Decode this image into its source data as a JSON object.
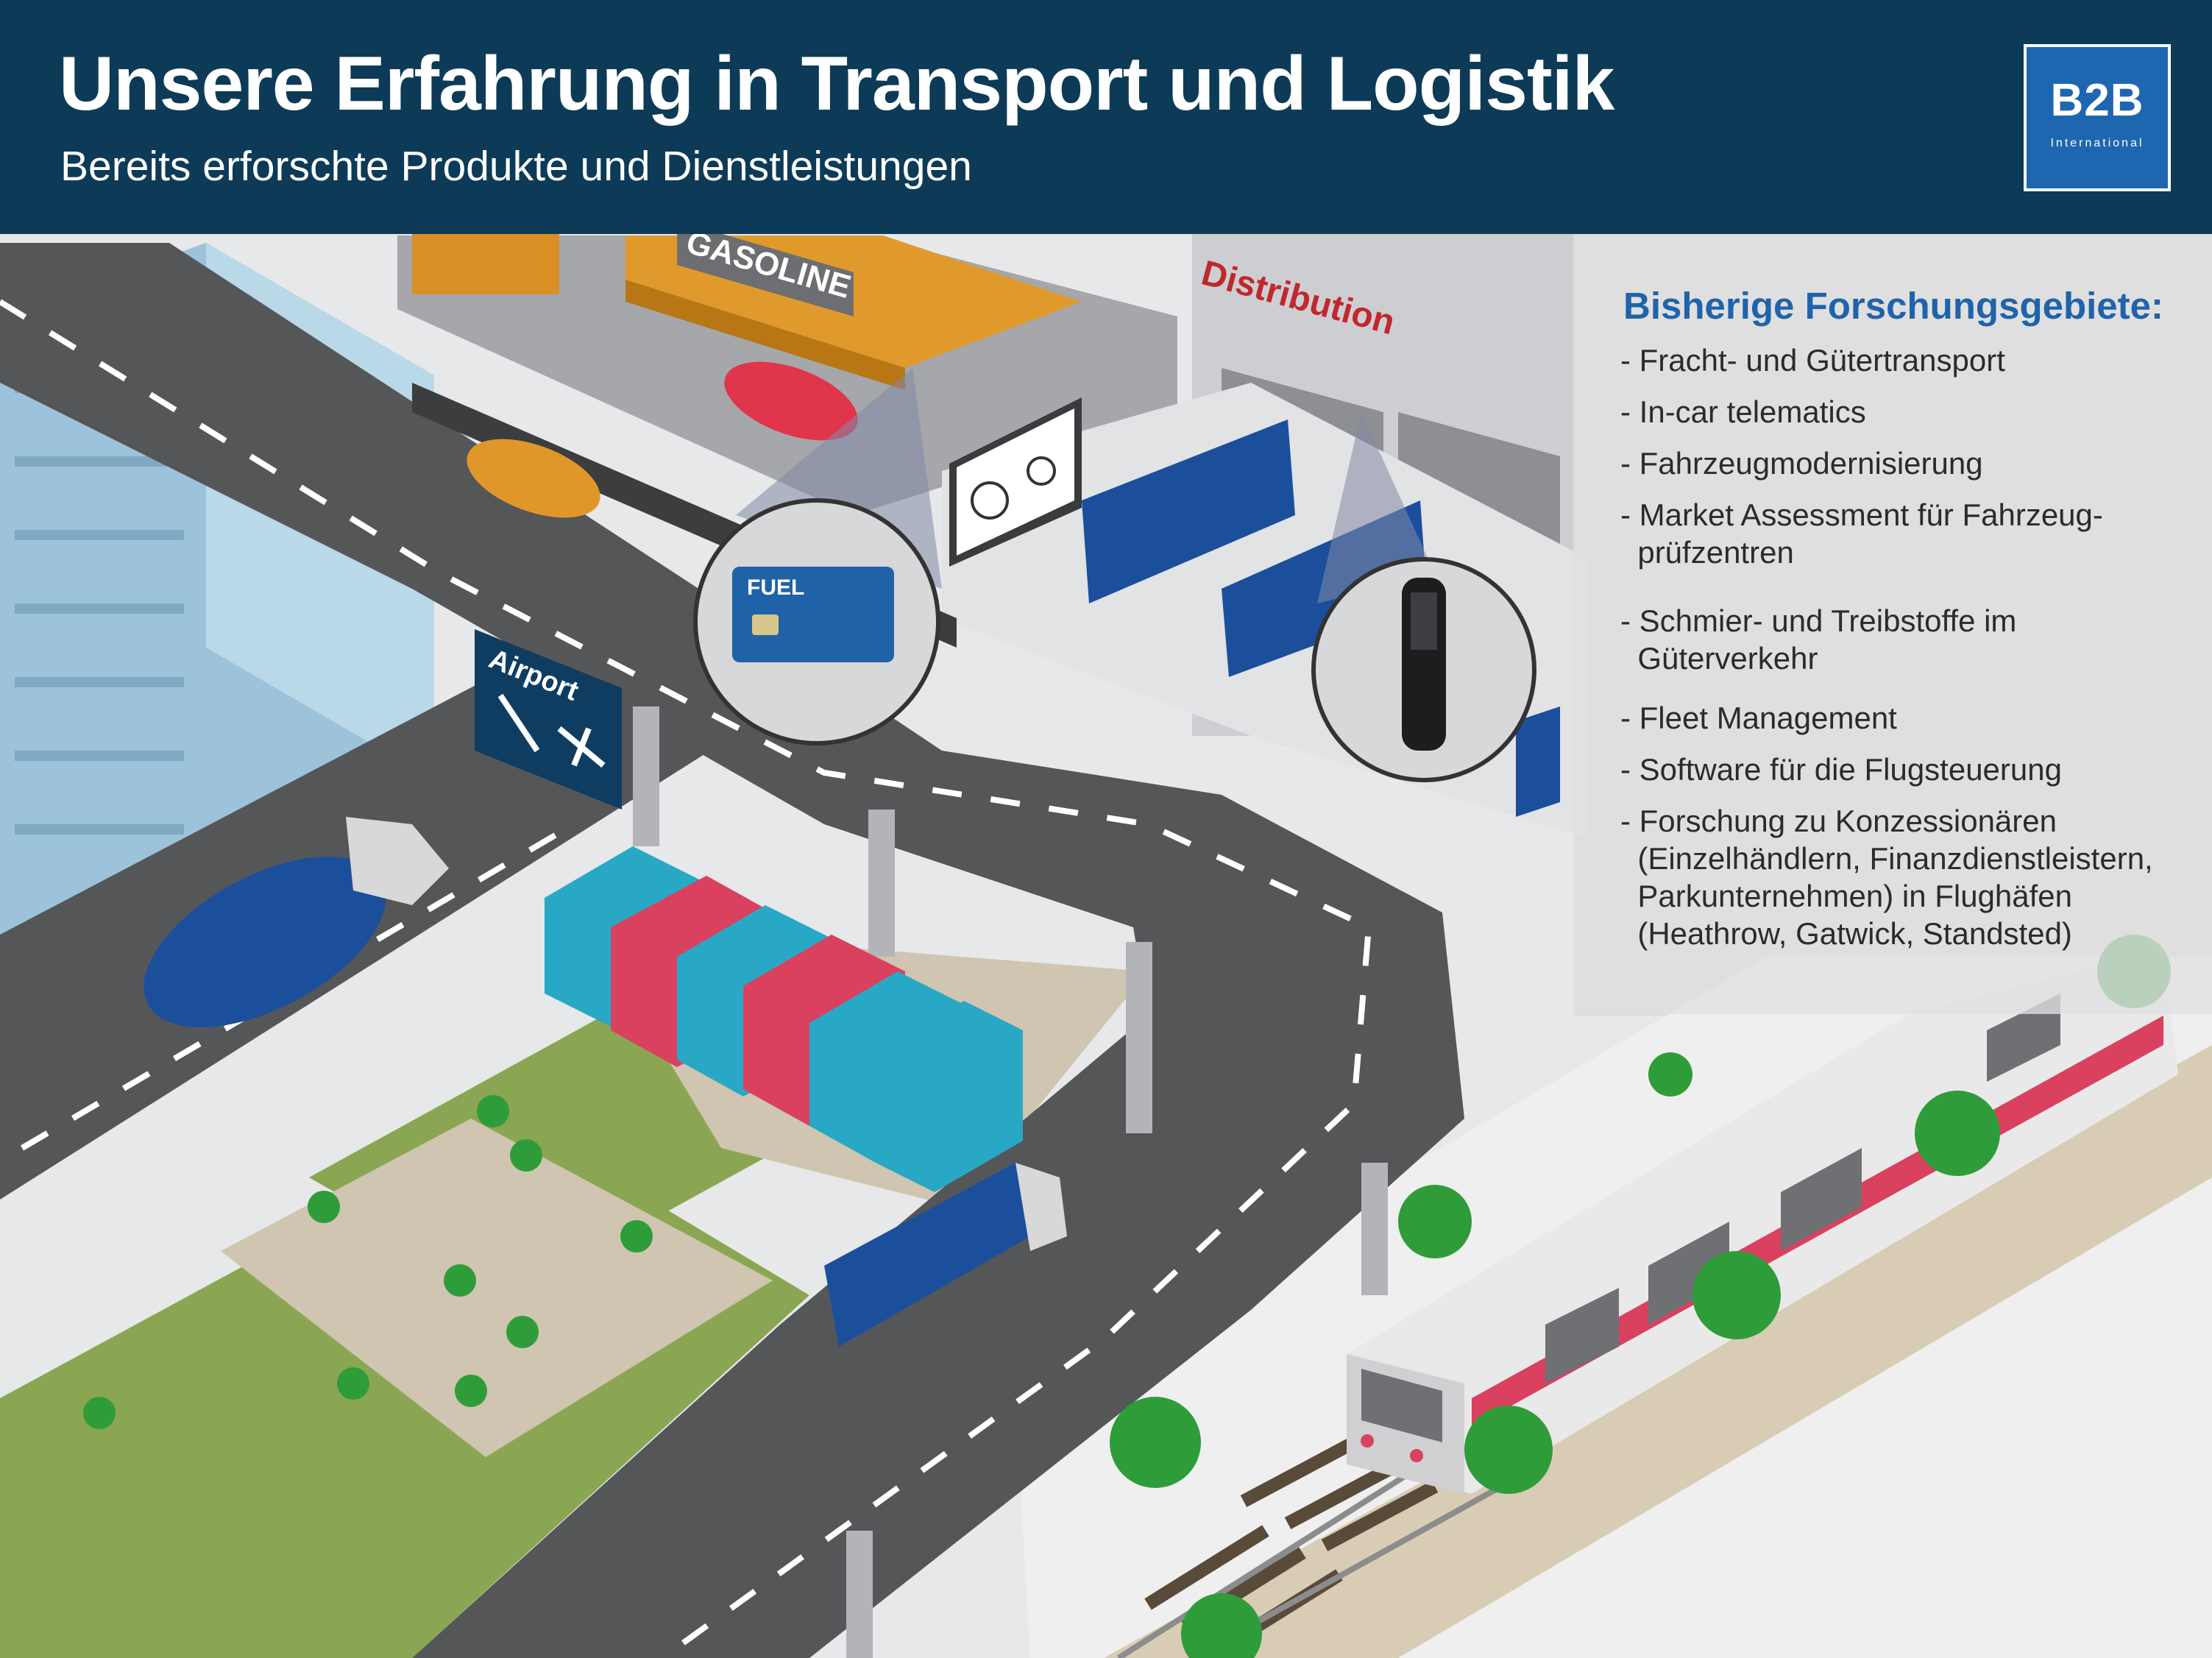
{
  "header": {
    "title": "Unsere Erfahrung in Transport und Logistik",
    "subtitle": "Bereits erforschte Produkte und Dienstleistungen"
  },
  "logo": {
    "main": "B2B",
    "sub": "International"
  },
  "scene": {
    "gas_station_sign": "GASOLINE",
    "distribution_sign": "Distribution",
    "airport_sign": "Airport",
    "fuel_card_label": "FUEL"
  },
  "research_panel": {
    "title": "Bisherige Forschungsgebiete:",
    "items": [
      "- Fracht- und Gütertransport",
      "- In-car telematics",
      "- Fahrzeugmodernisierung",
      "- Market Assessment für Fahrzeug-\n  prüfzentren",
      "- Schmier- und Treibstoffe im\n  Güterverkehr",
      "- Fleet Management",
      "- Software für die Flugsteuerung",
      "- Forschung zu Konzessionären\n  (Einzelhändlern, Finanzdienstleistern,\n  Parkunternehmen) in Flughäfen\n  (Heathrow, Gatwick, Standsted)"
    ]
  },
  "colors": {
    "header_bg": "#0d3b57",
    "logo_bg": "#1e67b0",
    "panel_title": "#1f63ab",
    "distribution_red": "#c1272d",
    "truck_blue": "#1b4f9c",
    "container_teal": "#29a8c6",
    "container_red": "#d9415f",
    "grass_green": "#8aa653",
    "tree_green": "#2f9c3a",
    "road_dark": "#555658",
    "fuel_card_blue": "#1f62a8",
    "airport_sign_blue": "#0f3d62"
  },
  "icons": [
    "fuel-card-icon",
    "weather-billboard-icon",
    "handheld-scanner-icon",
    "airport-sign-arrow-icon",
    "airplane-icon"
  ]
}
